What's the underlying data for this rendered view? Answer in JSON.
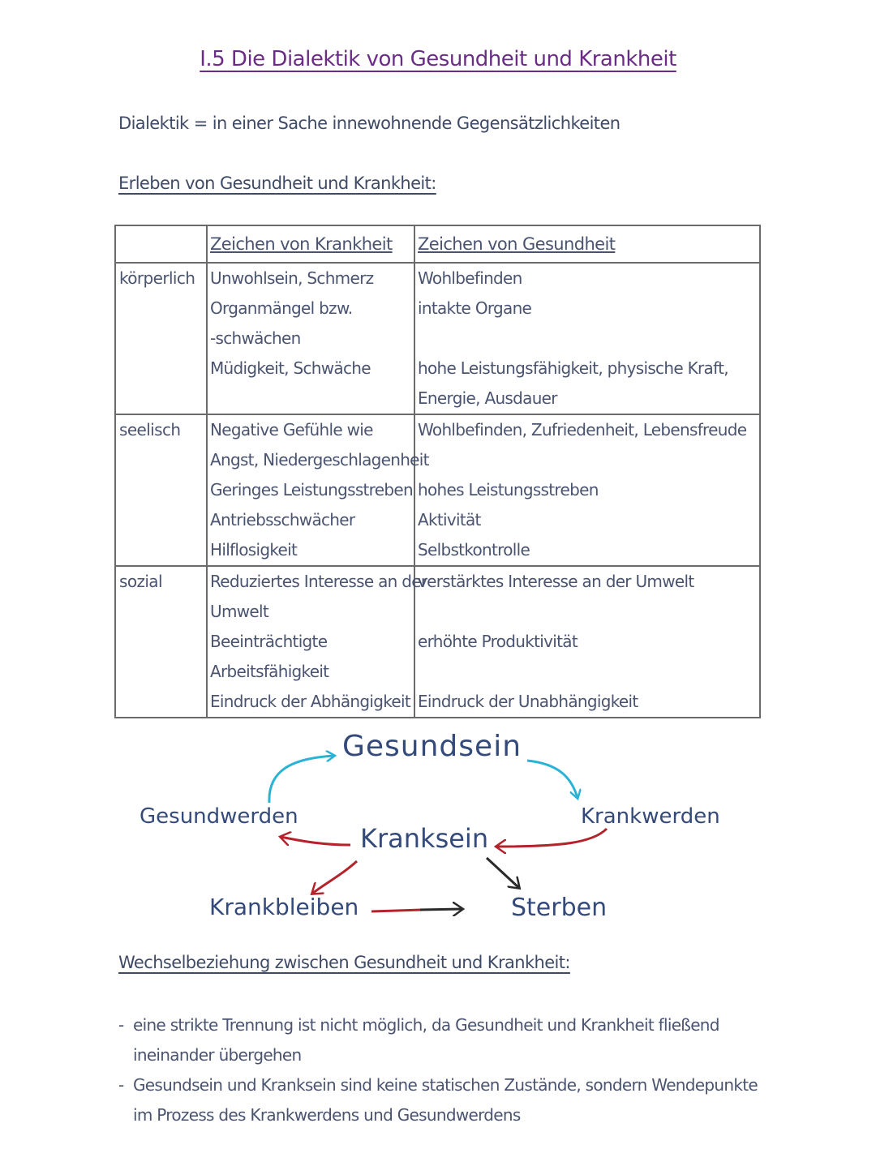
{
  "title": "I.5 Die Dialektik von Gesundheit und Krankheit",
  "definition": "Dialektik = in einer Sache innewohnende Gegensätzlichkeiten",
  "heading_experience": "Erleben von Gesundheit und Krankheit:",
  "table": {
    "headers": [
      "",
      "Zeichen von Krankheit",
      "Zeichen von Gesundheit"
    ],
    "rows": [
      {
        "label": "körperlich",
        "krankheit": [
          "Unwohlsein, Schmerz",
          "Organmängel bzw.",
          "-schwächen",
          "Müdigkeit, Schwäche",
          ""
        ],
        "gesundheit": [
          "Wohlbefinden",
          "intakte Organe",
          "",
          "hohe Leistungsfähigkeit, physische Kraft,",
          "Energie, Ausdauer"
        ]
      },
      {
        "label": "seelisch",
        "krankheit": [
          "Negative Gefühle wie",
          "Angst, Niedergeschlagenheit",
          "Geringes Leistungsstreben",
          "Antriebsschwächer",
          "Hilflosigkeit"
        ],
        "gesundheit": [
          "Wohlbefinden, Zufriedenheit, Lebensfreude",
          "",
          "hohes Leistungsstreben",
          "Aktivität",
          "Selbstkontrolle"
        ]
      },
      {
        "label": "sozial",
        "krankheit": [
          "Reduziertes Interesse an der",
          "Umwelt",
          "Beeinträchtigte",
          "Arbeitsfähigkeit",
          "Eindruck der Abhängigkeit"
        ],
        "gesundheit": [
          "verstärktes Interesse an der Umwelt",
          "",
          "erhöhte Produktivität",
          "",
          "Eindruck der Unabhängigkeit"
        ]
      }
    ]
  },
  "diagram": {
    "gesundsein": "Gesundsein",
    "gesundwerden": "Gesundwerden",
    "kranksein": "Kranksein",
    "krankwerden": "Krankwerden",
    "krankbleiben": "Krankbleiben",
    "sterben": "Sterben",
    "colors": {
      "cyan_arrow": "#2bb3d6",
      "red_arrow": "#b3232b",
      "dark_arrow": "#2a2a2a"
    }
  },
  "heading_relation": "Wechselbeziehung zwischen Gesundheit und Krankheit:",
  "bullets": [
    "eine strikte Trennung ist nicht möglich, da Gesundheit und Krankheit fließend ineinander übergehen",
    "Gesundsein und Kranksein sind keine statischen Zustände, sondern Wendepunkte im Prozess des Krankwerdens und Gesundwerdens"
  ],
  "bullet_marker": "-"
}
